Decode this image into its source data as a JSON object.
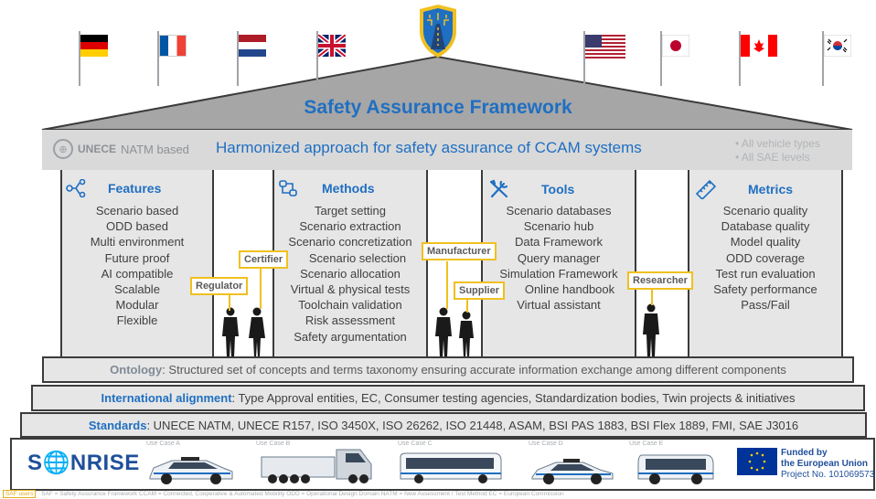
{
  "flags": [
    {
      "name": "germany-flag",
      "colors": [
        "#000000",
        "#dd0000",
        "#ffce00"
      ]
    },
    {
      "name": "france-flag",
      "colors": [
        "#0055a4",
        "#ffffff",
        "#ef4135"
      ]
    },
    {
      "name": "netherlands-flag",
      "colors": [
        "#ae1c28",
        "#ffffff",
        "#21468b"
      ]
    },
    {
      "name": "uk-flag",
      "colors": [
        "#012169",
        "#ffffff",
        "#c8102e"
      ]
    },
    {
      "name": "usa-flag",
      "colors": [
        "#b22234",
        "#ffffff",
        "#3c3b6e"
      ]
    },
    {
      "name": "japan-flag",
      "colors": [
        "#ffffff",
        "#bc002d"
      ]
    },
    {
      "name": "canada-flag",
      "colors": [
        "#ff0000",
        "#ffffff"
      ]
    },
    {
      "name": "korea-flag",
      "colors": [
        "#ffffff",
        "#cd2e3a",
        "#0047a0"
      ]
    }
  ],
  "title": "Safety Assurance Framework",
  "unece": {
    "name": "UNECE",
    "sub": "NATM based",
    "statement": "Harmonized approach for safety assurance of CCAM systems",
    "bullets": [
      "• All vehicle types",
      "• All SAE levels"
    ]
  },
  "pillars": [
    {
      "title": "Features",
      "icon": "network-icon",
      "items": [
        "Scenario based",
        "ODD based",
        "Multi environment",
        "Future proof",
        "AI compatible",
        "Scalable",
        "Modular",
        "Flexible"
      ]
    },
    {
      "title": "Methods",
      "icon": "workflow-icon",
      "items": [
        "Target setting",
        "Scenario extraction",
        "Scenario concretization",
        "Scenario selection",
        "Scenario allocation",
        "Virtual & physical tests",
        "Toolchain validation",
        "Risk assessment",
        "Safety argumentation"
      ]
    },
    {
      "title": "Tools",
      "icon": "tools-icon",
      "items": [
        "Scenario databases",
        "Scenario hub",
        "Data Framework",
        "Query manager",
        "Simulation Framework",
        "Online handbook",
        "Virtual assistant"
      ]
    },
    {
      "title": "Metrics",
      "icon": "ruler-icon",
      "items": [
        "Scenario quality",
        "Database quality",
        "Model quality",
        "ODD coverage",
        "Test run evaluation",
        "Safety performance",
        "Pass/Fail"
      ]
    }
  ],
  "roles": {
    "regulator": "Regulator",
    "certifier": "Certifier",
    "manufacturer": "Manufacturer",
    "supplier": "Supplier",
    "researcher": "Researcher"
  },
  "layers": {
    "ontology": {
      "label": "Ontology",
      "text": ":  Structured set of concepts and terms taxonomy ensuring accurate information exchange among different components"
    },
    "international": {
      "label": "International alignment",
      "text": ": Type Approval entities, EC, Consumer testing agencies, Standardization bodies, Twin projects & initiatives"
    },
    "standards": {
      "label": "Standards",
      "text": ": UNECE NATM, UNECE R157, ISO 3450X, ISO 26262, ISO 21448, ASAM, BSI PAS 1883, BSI Flex 1889, FMI, SAE J3016"
    }
  },
  "bottom": {
    "logo": "S🌐NRISE",
    "use_cases": [
      "Use Case A",
      "Use Case B",
      "Use Case C",
      "Use Case D",
      "Use Case E"
    ],
    "eu_line1": "Funded by",
    "eu_line2": "the European Union",
    "eu_line3": "Project No. 101069573"
  },
  "footer": {
    "tag": "SAF users",
    "text": "SAF = Safety Assurance Framework    CCAM = Connected, Cooperative & Automated Mobility    ODD = Operational Design Domain    NATM = New Assessment / Test Method    EC = European Commission"
  },
  "colors": {
    "accent": "#1f6fc2",
    "role_border": "#f0c020",
    "pillar": "#e6e6e6",
    "roof": "#a6a6a6"
  }
}
